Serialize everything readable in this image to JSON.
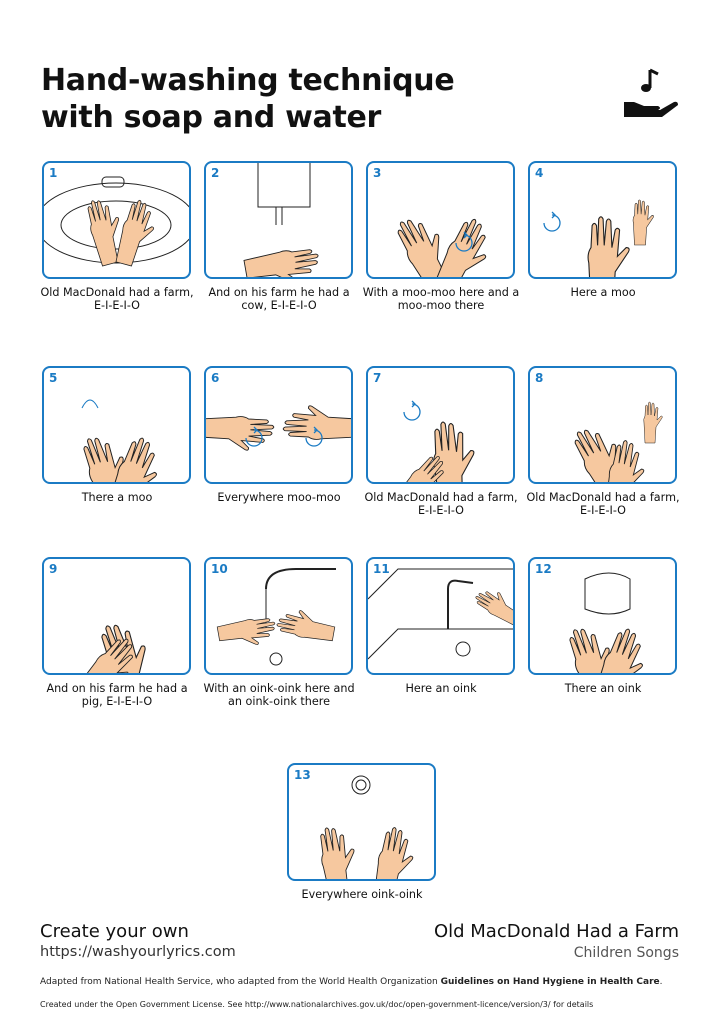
{
  "title_line1": "Hand-washing technique",
  "title_line2": "with soap and water",
  "logo_icon": "hand-with-music-note-icon",
  "accent_color": "#1b7bc4",
  "steps": [
    {
      "number": "1",
      "caption": "Old MacDonald had a farm, E-I-E-I-O",
      "scene": "sink"
    },
    {
      "number": "2",
      "caption": "And on his farm he had a cow, E-I-E-I-O",
      "scene": "soap"
    },
    {
      "number": "3",
      "caption": "With a moo-moo here and a moo-moo there",
      "scene": "palms"
    },
    {
      "number": "4",
      "caption": "Here a moo",
      "scene": "backs"
    },
    {
      "number": "5",
      "caption": "There a moo",
      "scene": "interlace"
    },
    {
      "number": "6",
      "caption": "Everywhere moo-moo",
      "scene": "fingers"
    },
    {
      "number": "7",
      "caption": "Old MacDonald had a farm, E-I-E-I-O",
      "scene": "thumb"
    },
    {
      "number": "8",
      "caption": "Old MacDonald had a farm, E-I-E-I-O",
      "scene": "tips"
    },
    {
      "number": "9",
      "caption": "And on his farm he had a pig, E-I-E-I-O",
      "scene": "wrist"
    },
    {
      "number": "10",
      "caption": "With an oink-oink here and an oink-oink there",
      "scene": "rinse"
    },
    {
      "number": "11",
      "caption": "Here an oink",
      "scene": "tap"
    },
    {
      "number": "12",
      "caption": "There an oink",
      "scene": "towel"
    },
    {
      "number": "13",
      "caption": "Everywhere oink-oink",
      "scene": "done"
    }
  ],
  "footer": {
    "create": "Create your own",
    "url": "https://washyourlyrics.com",
    "song": "Old MacDonald Had a Farm",
    "artist": "Children Songs",
    "credit_prefix": "Adapted from National Health Service, who adapted from the World Health Organization ",
    "credit_bold": "Guidelines on Hand Hygiene in Health Care",
    "credit_suffix": ".",
    "license": "Created under the Open Government License. See http://www.nationalarchives.gov.uk/doc/open-government-licence/version/3/ for details"
  }
}
